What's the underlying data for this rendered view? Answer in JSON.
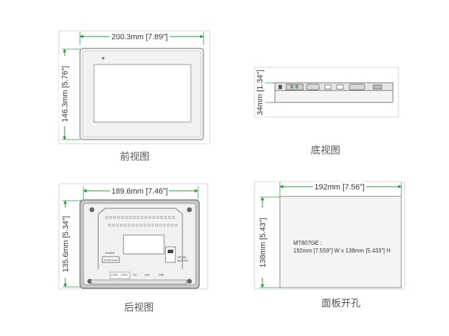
{
  "colors": {
    "dimension_line": "#1e9b3c",
    "guide_line": "#c8c8c8",
    "bezel": "#8a8a8a",
    "caption": "#555555"
  },
  "front": {
    "caption": "前视图",
    "width_label": "200.3mm [7.89\"]",
    "height_label": "146.3mm [5.76\"]"
  },
  "bottom": {
    "caption": "底视图",
    "height_label": "34mm [1.34\"]"
  },
  "rear": {
    "caption": "后视图",
    "width_label": "189.6mm [7.46\"]",
    "height_label": "135.6mm [5.34\"]",
    "port_label": "FUSE 5x20",
    "small_labels": [
      "COM2",
      "COM1",
      "DC",
      "LAN",
      "USB",
      "DIP SW",
      "BATTERY",
      "POWER"
    ]
  },
  "cutout": {
    "caption": "面板开孔",
    "width_label": "192mm [7.56\"]",
    "height_label": "138mm [5.43\"]",
    "model": "MT8070iE :",
    "spec": "192mm [7.559\"] W x 138mm [5.433\"] H"
  }
}
